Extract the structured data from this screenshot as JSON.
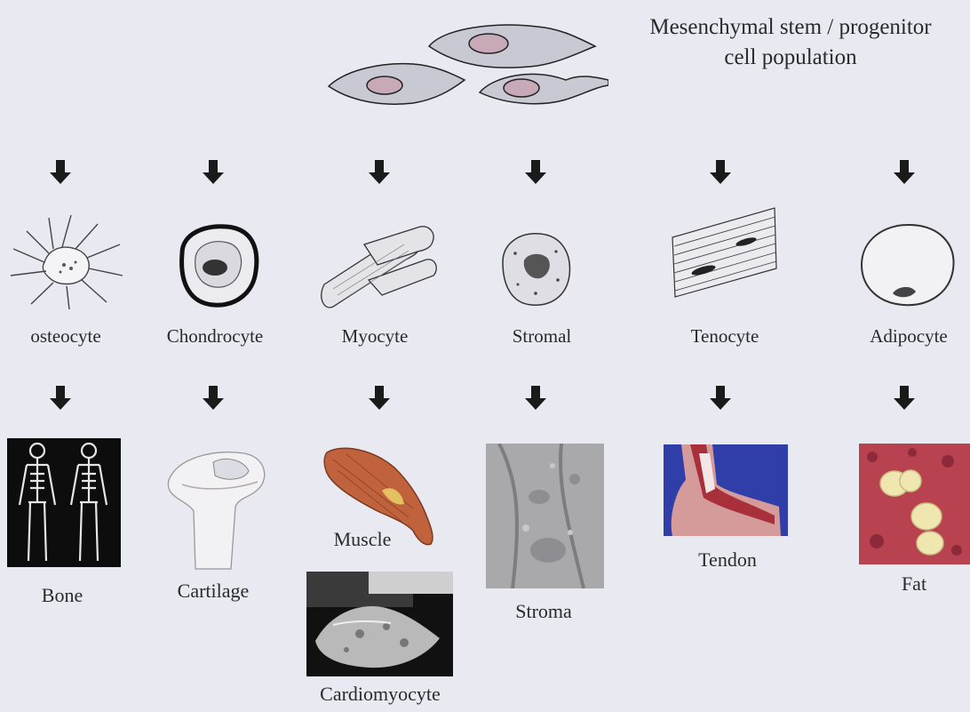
{
  "header": {
    "line1": "Mesenchymal stem / progenitor",
    "line2": "cell population"
  },
  "cells": [
    {
      "label": "osteocyte"
    },
    {
      "label": "Chondrocyte"
    },
    {
      "label": "Myocyte"
    },
    {
      "label": "Stromal"
    },
    {
      "label": "Tenocyte"
    },
    {
      "label": "Adipocyte"
    }
  ],
  "tissues": [
    {
      "label": "Bone"
    },
    {
      "label": "Cartilage"
    },
    {
      "label": "Muscle"
    },
    {
      "label": "Stroma"
    },
    {
      "label": "Tendon"
    },
    {
      "label": "Fat"
    }
  ],
  "extra_tissue": {
    "label": "Cardiomyocyte"
  },
  "colors": {
    "background": "#e9e9f1",
    "stem_cell": "#c9c9d3",
    "nucleus": "#c8a9b8",
    "arrow": "#1a1a1a"
  }
}
